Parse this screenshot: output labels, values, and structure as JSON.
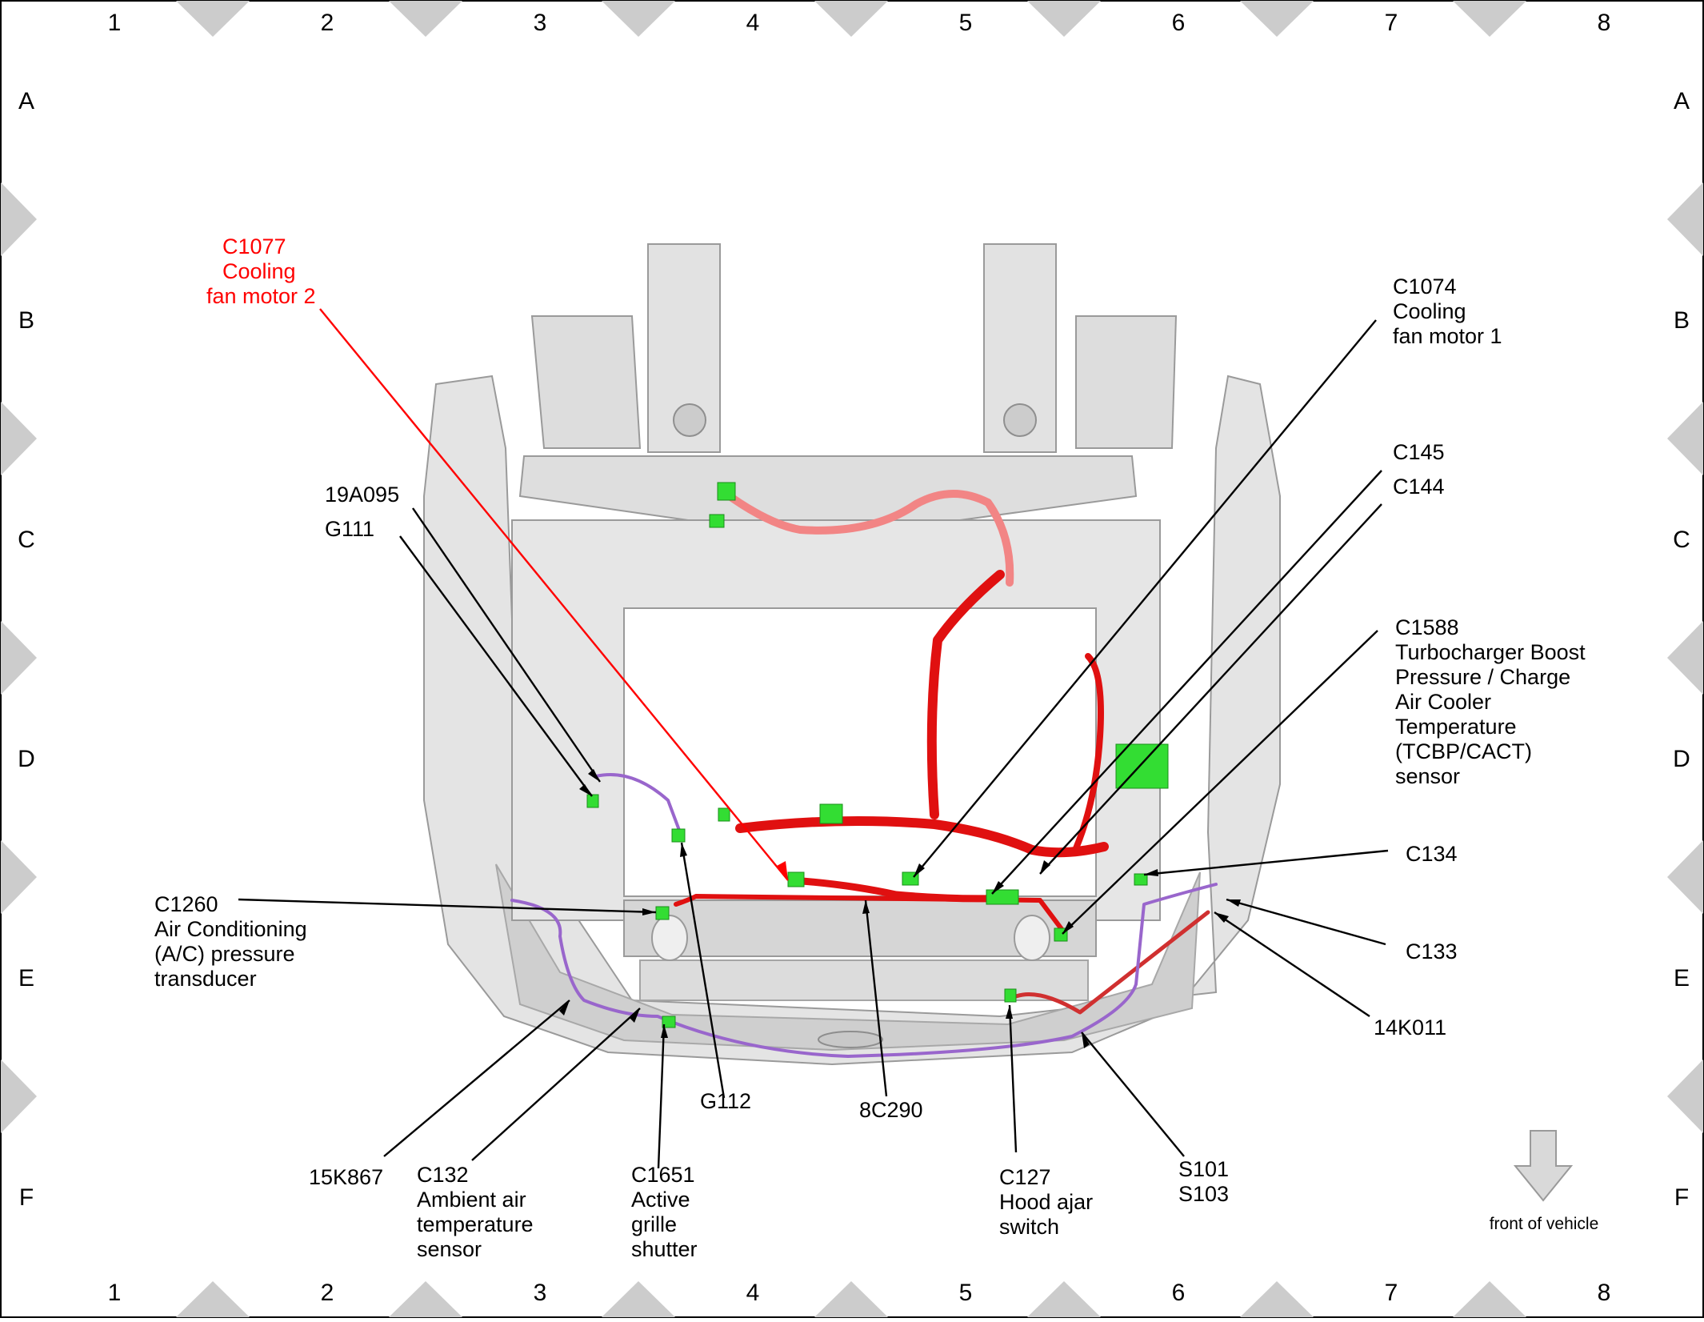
{
  "grid": {
    "columns": [
      "1",
      "2",
      "3",
      "4",
      "5",
      "6",
      "7",
      "8"
    ],
    "rows": [
      "A",
      "B",
      "C",
      "D",
      "E",
      "F"
    ]
  },
  "callouts": {
    "c1077": [
      "C1077",
      "Cooling",
      "fan motor 2"
    ],
    "c1074": [
      "C1074",
      "Cooling",
      "fan motor 1"
    ],
    "c145": [
      "C145"
    ],
    "c144": [
      "C144"
    ],
    "c1588": [
      "C1588",
      "Turbocharger Boost",
      "Pressure / Charge",
      "Air Cooler",
      "Temperature",
      "(TCBP/CACT)",
      "sensor"
    ],
    "c134": [
      "C134"
    ],
    "c133": [
      "C133"
    ],
    "k14k011": [
      "14K011"
    ],
    "s101": [
      "S101",
      "S103"
    ],
    "c127": [
      "C127",
      "Hood ajar",
      "switch"
    ],
    "c8c290": [
      "8C290"
    ],
    "g112": [
      "G112"
    ],
    "c1651": [
      "C1651",
      "Active",
      "grille",
      "shutter"
    ],
    "c132": [
      "C132",
      "Ambient air",
      "temperature",
      "sensor"
    ],
    "k15k867": [
      "15K867"
    ],
    "c1260": [
      "C1260",
      "Air Conditioning",
      "(A/C) pressure",
      "transducer"
    ],
    "a19a095": [
      "19A095"
    ],
    "g111": [
      "G111"
    ]
  },
  "front_of_vehicle": "front of vehicle",
  "colors": {
    "highlight": "#ff0000",
    "harness": "#e01010",
    "harness_secondary": "#9966cc",
    "connector": "#33dd33",
    "body_panel": "#d9d9d9",
    "frame": "#000000"
  }
}
